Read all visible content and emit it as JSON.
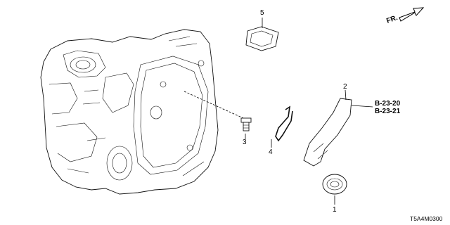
{
  "diagram": {
    "direction_label": "FR.",
    "diagram_code": "T5A4M0300",
    "callouts": [
      "1",
      "2",
      "3",
      "4",
      "5"
    ],
    "references": [
      "B-23-20",
      "B-23-21"
    ]
  }
}
